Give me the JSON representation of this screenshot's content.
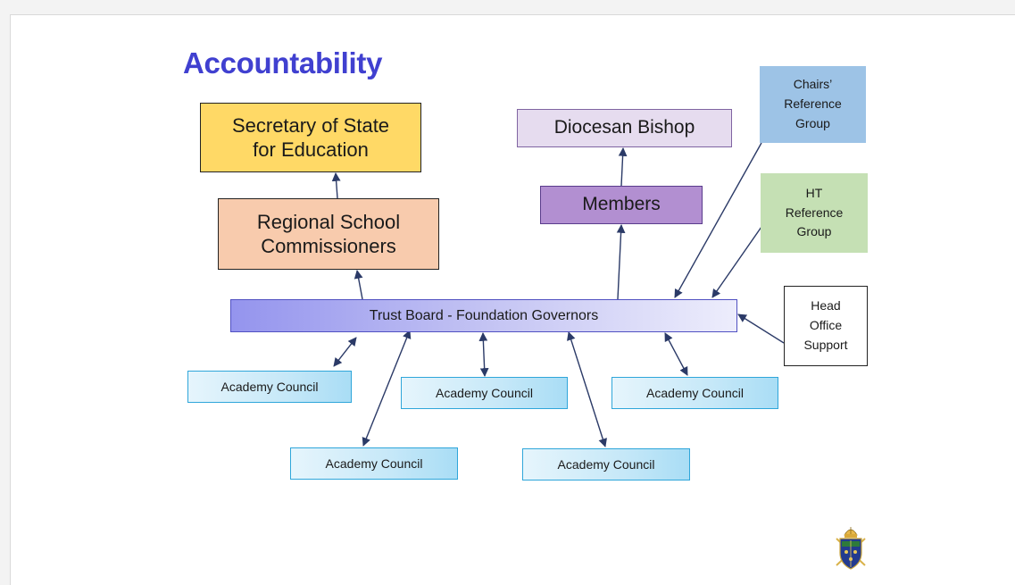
{
  "title": "Accountability",
  "boxes": {
    "secretary": "Secretary of State\nfor Education",
    "regional": "Regional School\nCommissioners",
    "bishop": "Diocesan Bishop",
    "members": "Members",
    "chairs": "Chairs’\nReference\nGroup",
    "ht": "HT\nReference\nGroup",
    "head_office": "Head\nOffice\nSupport",
    "trust": "Trust Board - Foundation Governors"
  },
  "academy_councils": [
    "Academy Council",
    "Academy Council",
    "Academy Council",
    "Academy Council",
    "Academy Council"
  ],
  "colors": {
    "title": "#4040d0",
    "secretary_fill": "#ffd966",
    "regional_fill": "#f8cbad",
    "bishop_fill": "#e6dcef",
    "members_fill": "#b28fd1",
    "chairs_fill": "#9dc3e6",
    "ht_fill": "#c5e0b4",
    "trust_fill": "#9494ee",
    "academy_border": "#2fa6da",
    "arrow": "#2b3a67"
  },
  "icons": {
    "crest": "diocesan-crest-icon"
  }
}
